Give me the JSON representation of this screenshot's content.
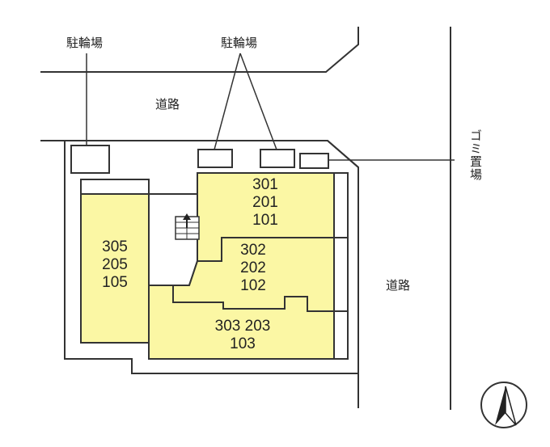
{
  "labels": {
    "parking_left": "駐輪場",
    "parking_top": "駐輪場",
    "road_top": "道路",
    "road_right": "道路",
    "garbage": "ゴミ置場"
  },
  "units": {
    "block_a": [
      "301",
      "201",
      "101"
    ],
    "block_b": [
      "302",
      "202",
      "102"
    ],
    "block_c": [
      "305",
      "205",
      "105"
    ],
    "block_d": [
      "303 203",
      "103"
    ]
  },
  "colors": {
    "unit_fill": "#fbf7a4",
    "line": "#333333",
    "background": "#ffffff"
  },
  "compass": {
    "icon": "north-arrow-icon"
  }
}
